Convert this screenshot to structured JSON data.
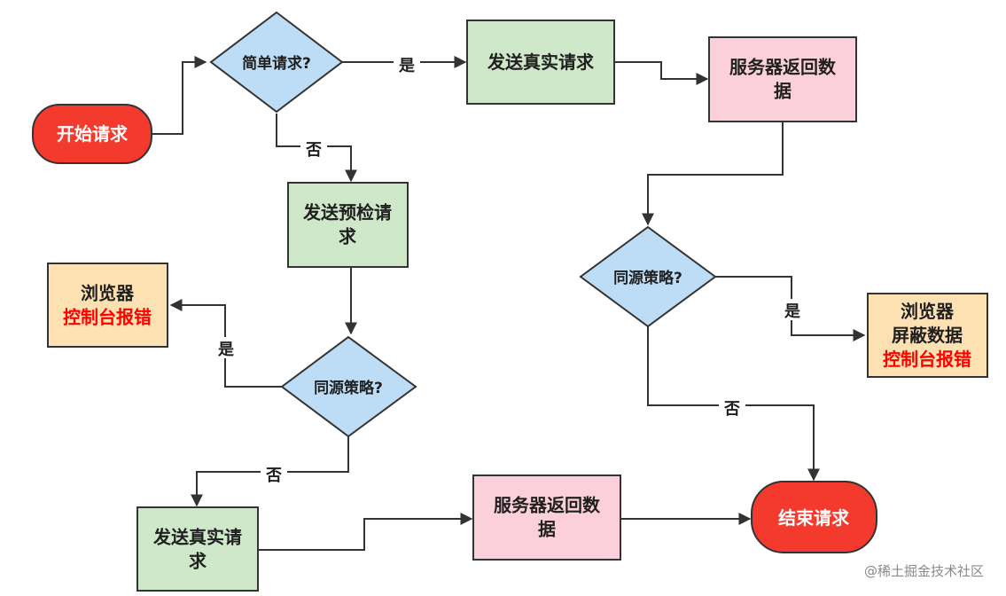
{
  "colors": {
    "terminal_fill": "#f4392d",
    "terminal_stroke": "#333333",
    "decision_fill": "#bddcf5",
    "process_fill": "#cfe8c9",
    "server_fill": "#fbd0da",
    "error_fill": "#fde1b3",
    "error_text": "#ff0000",
    "edge": "#333333"
  },
  "nodes": {
    "start": {
      "lines": [
        "开始请求"
      ]
    },
    "simple_request": {
      "lines": [
        "简单请求?"
      ]
    },
    "send_real_1": {
      "lines": [
        "发送真实请求"
      ]
    },
    "server_return_1": {
      "lines": [
        "服务器返回数",
        "据"
      ]
    },
    "send_preflight": {
      "lines": [
        "发送预检请",
        "求"
      ]
    },
    "browser_error_1": {
      "lines": [
        "浏览器",
        "控制台报错"
      ]
    },
    "same_origin_1": {
      "lines": [
        "同源策略?"
      ]
    },
    "send_real_2": {
      "lines": [
        "发送真实请",
        "求"
      ]
    },
    "server_return_2": {
      "lines": [
        "服务器返回数",
        "据"
      ]
    },
    "end": {
      "lines": [
        "结束请求"
      ]
    },
    "same_origin_2": {
      "lines": [
        "同源策略?"
      ]
    },
    "browser_error_2": {
      "lines": [
        "浏览器",
        "屏蔽数据",
        "控制台报错"
      ]
    }
  },
  "edges": {
    "simple_yes": "是",
    "simple_no": "否",
    "origin1_yes": "是",
    "origin1_no": "否",
    "origin2_yes": "是",
    "origin2_no": "否"
  },
  "watermark": "@稀土掘金技术社区"
}
